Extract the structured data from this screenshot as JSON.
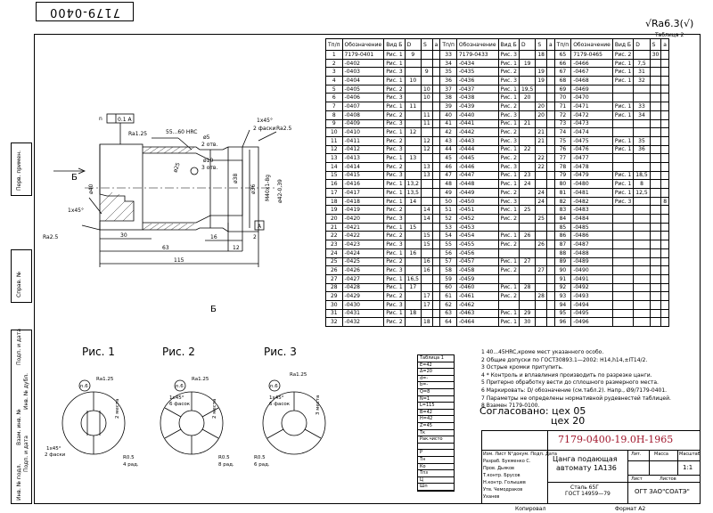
{
  "stamp_code": "7179-0400",
  "roughness_general": "Ra6.3",
  "table_note": "Таблица 2",
  "left_strip": [
    "Перв. примен.",
    "Справ. №",
    "Подп. и дата",
    "Инв. № дубл.",
    "Взам. инв. №",
    "Подп. и дата",
    "Инв. № подл."
  ],
  "spec_headers": [
    "Тп/п",
    "Обозначение",
    "Вид Б",
    "D",
    "S",
    "a"
  ],
  "spec_rows": [
    [
      [
        "1",
        "7179-0401",
        "Рис. 1",
        "9",
        "",
        ""
      ],
      [
        "33",
        "7179-0433",
        "Рис. 3",
        "",
        "18",
        ""
      ],
      [
        "65",
        "7179-0465",
        "Рис. 2",
        "",
        "30",
        ""
      ]
    ],
    [
      [
        "2",
        "-0402",
        "Рис. 1",
        "",
        "",
        ""
      ],
      [
        "34",
        "-0434",
        "Рис. 1",
        "19",
        "",
        ""
      ],
      [
        "66",
        "-0466",
        "Рис. 1",
        "7,5",
        "",
        ""
      ]
    ],
    [
      [
        "3",
        "-0403",
        "Рис. 3",
        "",
        "9",
        "",
        ""
      ],
      [
        "35",
        "-0435",
        "Рис. 2",
        "",
        "19",
        ""
      ],
      [
        "67",
        "-0467",
        "Рис. 1",
        "31",
        "",
        ""
      ]
    ],
    [
      [
        "4",
        "-0404",
        "Рис. 1",
        "10",
        "",
        ""
      ],
      [
        "36",
        "-0436",
        "Рис. 3",
        "",
        "19",
        ""
      ],
      [
        "68",
        "-0468",
        "Рис. 1",
        "32",
        "",
        ""
      ]
    ],
    [
      [
        "5",
        "-0405",
        "Рис. 2",
        "",
        "10",
        ""
      ],
      [
        "37",
        "-0437",
        "Рис. 1",
        "19,5",
        "",
        ""
      ],
      [
        "69",
        "-0469",
        "",
        "",
        "",
        ""
      ]
    ],
    [
      [
        "6",
        "-0406",
        "Рис. 3",
        "",
        "10",
        ""
      ],
      [
        "38",
        "-0438",
        "Рис. 1",
        "20",
        "",
        ""
      ],
      [
        "70",
        "-0470",
        "",
        "",
        "",
        ""
      ]
    ],
    [
      [
        "7",
        "-0407",
        "Рис. 1",
        "11",
        "",
        ""
      ],
      [
        "39",
        "-0439",
        "Рис. 2",
        "",
        "20",
        ""
      ],
      [
        "71",
        "-0471",
        "Рис. 1",
        "33",
        "",
        ""
      ]
    ],
    [
      [
        "8",
        "-0408",
        "Рис. 2",
        "",
        "11",
        ""
      ],
      [
        "40",
        "-0440",
        "Рис. 3",
        "",
        "20",
        ""
      ],
      [
        "72",
        "-0472",
        "Рис. 1",
        "34",
        "",
        ""
      ]
    ],
    [
      [
        "9",
        "-0409",
        "Рис. 3",
        "",
        "11",
        ""
      ],
      [
        "41",
        "-0441",
        "Рис. 1",
        "21",
        "",
        ""
      ],
      [
        "73",
        "-0473",
        "",
        "",
        "",
        ""
      ]
    ],
    [
      [
        "10",
        "-0410",
        "Рис. 1",
        "12",
        "",
        ""
      ],
      [
        "42",
        "-0442",
        "Рис. 2",
        "",
        "21",
        ""
      ],
      [
        "74",
        "-0474",
        "",
        "",
        "",
        ""
      ]
    ],
    [
      [
        "11",
        "-0411",
        "Рис. 2",
        "",
        "12",
        ""
      ],
      [
        "43",
        "-0443",
        "Рис. 3",
        "",
        "21",
        ""
      ],
      [
        "75",
        "-0475",
        "Рис. 1",
        "35",
        "",
        ""
      ]
    ],
    [
      [
        "12",
        "-0412",
        "Рис. 3",
        "",
        "12",
        ""
      ],
      [
        "44",
        "-0444",
        "Рис. 1",
        "22",
        "",
        ""
      ],
      [
        "76",
        "-0476",
        "Рис. 1",
        "36",
        "",
        ""
      ]
    ],
    [
      [
        "13",
        "-0413",
        "Рис. 1",
        "13",
        "",
        ""
      ],
      [
        "45",
        "-0445",
        "Рис. 2",
        "",
        "22",
        ""
      ],
      [
        "77",
        "-0477",
        "",
        "",
        "",
        ""
      ]
    ],
    [
      [
        "14",
        "-0414",
        "Рис. 2",
        "",
        "13",
        ""
      ],
      [
        "46",
        "-0446",
        "Рис. 3",
        "",
        "22",
        ""
      ],
      [
        "78",
        "-0478",
        "",
        "",
        "",
        ""
      ]
    ],
    [
      [
        "15",
        "-0415",
        "Рис. 3",
        "",
        "13",
        ""
      ],
      [
        "47",
        "-0447",
        "Рис. 1",
        "23",
        "",
        ""
      ],
      [
        "79",
        "-0479",
        "Рис. 1",
        "18,5",
        "",
        ""
      ]
    ],
    [
      [
        "16",
        "-0416",
        "Рис. 1",
        "13,2",
        "",
        ""
      ],
      [
        "48",
        "-0448",
        "Рис. 1",
        "24",
        "",
        ""
      ],
      [
        "80",
        "-0480",
        "Рис. 1",
        "8",
        "",
        ""
      ]
    ],
    [
      [
        "17",
        "-0417",
        "Рис. 1",
        "13,5",
        "",
        ""
      ],
      [
        "49",
        "-0449",
        "Рис. 2",
        "",
        "24",
        ""
      ],
      [
        "81",
        "-0481",
        "Рис. 1",
        "12,5",
        "",
        ""
      ]
    ],
    [
      [
        "18",
        "-0418",
        "Рис. 1",
        "14",
        "",
        ""
      ],
      [
        "50",
        "-0450",
        "Рис. 3",
        "",
        "24",
        ""
      ],
      [
        "82",
        "-0482",
        "Рис. 3",
        "",
        "",
        "8"
      ]
    ],
    [
      [
        "19",
        "-0419",
        "Рис. 2",
        "",
        "14",
        ""
      ],
      [
        "51",
        "-0451",
        "Рис. 1",
        "25",
        "",
        ""
      ],
      [
        "83",
        "-0483",
        "",
        "",
        "",
        ""
      ]
    ],
    [
      [
        "20",
        "-0420",
        "Рис. 3",
        "",
        "14",
        ""
      ],
      [
        "52",
        "-0452",
        "Рис. 2",
        "",
        "25",
        ""
      ],
      [
        "84",
        "-0484",
        "",
        "",
        "",
        ""
      ]
    ],
    [
      [
        "21",
        "-0421",
        "Рис. 1",
        "15",
        "",
        ""
      ],
      [
        "53",
        "-0453",
        "",
        "",
        "",
        ""
      ],
      [
        "85",
        "-0485",
        "",
        "",
        "",
        ""
      ]
    ],
    [
      [
        "22",
        "-0422",
        "Рис. 2",
        "",
        "15",
        ""
      ],
      [
        "54",
        "-0454",
        "Рис. 1",
        "26",
        "",
        ""
      ],
      [
        "86",
        "-0486",
        "",
        "",
        "",
        ""
      ]
    ],
    [
      [
        "23",
        "-0423",
        "Рис. 3",
        "",
        "15",
        ""
      ],
      [
        "55",
        "-0455",
        "Рис. 2",
        "",
        "26",
        ""
      ],
      [
        "87",
        "-0487",
        "",
        "",
        "",
        ""
      ]
    ],
    [
      [
        "24",
        "-0424",
        "Рис. 1",
        "16",
        "",
        ""
      ],
      [
        "56",
        "-0456",
        "",
        "",
        "",
        ""
      ],
      [
        "88",
        "-0488",
        "",
        "",
        "",
        ""
      ]
    ],
    [
      [
        "25",
        "-0425",
        "Рис. 2",
        "",
        "16",
        ""
      ],
      [
        "57",
        "-0457",
        "Рис. 1",
        "27",
        "",
        ""
      ],
      [
        "89",
        "-0489",
        "",
        "",
        "",
        ""
      ]
    ],
    [
      [
        "26",
        "-0426",
        "Рис. 3",
        "",
        "16",
        ""
      ],
      [
        "58",
        "-0458",
        "Рис. 2",
        "",
        "27",
        ""
      ],
      [
        "90",
        "-0490",
        "",
        "",
        "",
        ""
      ]
    ],
    [
      [
        "27",
        "-0427",
        "Рис. 1",
        "16,5",
        "",
        ""
      ],
      [
        "59",
        "-0459",
        "",
        "",
        "",
        ""
      ],
      [
        "91",
        "-0491",
        "",
        "",
        "",
        ""
      ]
    ],
    [
      [
        "28",
        "-0428",
        "Рис. 1",
        "17",
        "",
        ""
      ],
      [
        "60",
        "-0460",
        "Рис. 1",
        "28",
        "",
        ""
      ],
      [
        "92",
        "-0492",
        "",
        "",
        "",
        ""
      ]
    ],
    [
      [
        "29",
        "-0429",
        "Рис. 2",
        "",
        "17",
        ""
      ],
      [
        "61",
        "-0461",
        "Рис. 2",
        "",
        "28",
        ""
      ],
      [
        "93",
        "-0493",
        "",
        "",
        "",
        ""
      ]
    ],
    [
      [
        "30",
        "-0430",
        "Рис. 3",
        "",
        "17",
        ""
      ],
      [
        "62",
        "-0462",
        "",
        "",
        "",
        ""
      ],
      [
        "94",
        "-0494",
        "",
        "",
        "",
        ""
      ]
    ],
    [
      [
        "31",
        "-0431",
        "Рис. 1",
        "18",
        "",
        ""
      ],
      [
        "63",
        "-0463",
        "Рис. 1",
        "29",
        "",
        ""
      ],
      [
        "95",
        "-0495",
        "",
        "",
        "",
        ""
      ]
    ],
    [
      [
        "32",
        "-0432",
        "Рис. 2",
        "",
        "18",
        ""
      ],
      [
        "64",
        "-0464",
        "Рис. 1",
        "30",
        "",
        ""
      ],
      [
        "96",
        "-0496",
        "",
        "",
        "",
        ""
      ]
    ]
  ],
  "drawing": {
    "tolerance": "0.1 A",
    "tol_n": "n",
    "ra_top": "Ra1.25",
    "hardness": "55...60 HRC",
    "ra_right": "Ra2.5",
    "chamfer_top": "1x45°",
    "chamfer_top2": "2 фаски",
    "d5": "ø5",
    "holes2": "2 отв.",
    "d10": "ø10",
    "holes3": "3 отв.",
    "d40": "ø40",
    "d38": "ø38",
    "d36": "ø36",
    "thread": "M40x1-8g",
    "d42": "ø42-0,39",
    "d25": "ø25",
    "view_b": "Б",
    "ra_left": "Ra2.5",
    "chamfer_left": "1x45°",
    "dim30": "30",
    "dim63": "63",
    "dim115": "115",
    "dim16": "16",
    "dim12": "12",
    "dim2": "2",
    "datum": "A",
    "section_b": "Б"
  },
  "figures": [
    {
      "label": "Рис. 1",
      "n": "n.6",
      "ra": "Ra1.25",
      "r": "R0.5",
      "rad": "4 рад.",
      "ch": "1x45°",
      "ch2": "2 фаски",
      "places": "2 места"
    },
    {
      "label": "Рис. 2",
      "n": "n.6",
      "ra": "Ra1.25",
      "r": "R0.5",
      "rad": "8 рад.",
      "ch": "1x45°",
      "ch2": "6 фасок",
      "places": "2 места"
    },
    {
      "label": "Рис. 3",
      "n": "n.6",
      "ra": "Ra1.25",
      "r": "R0.5",
      "rad": "6 рад.",
      "ch": "1x45°",
      "ch2": "6 фасок",
      "places": "3 места"
    }
  ],
  "left_small_table": [
    "Таблица 1",
    "E=42",
    "Δ=20",
    "d=-",
    "b=-",
    "Q=8",
    "N=1",
    "L=115",
    "B=42",
    "H=42",
    "Z=45",
    "Тк",
    "Рак.чисто",
    "",
    "P",
    "Тн",
    "Ко",
    "Тпз",
    "Ц",
    "Шп"
  ],
  "notes": [
    "1 40...45HRC,кроме мест указанного особо.",
    "2 Общие допуски по ГОСТ30893.1—2002: H14,h14,±IT14/2.",
    "3 Острые кромки притупить.",
    "4 * Контроль и вплавлиния производить по разрезке цанги.",
    "5 Притерно обработку вести до сплошного размерного места.",
    "6 Маркировать: D/ обозначение (см.табл.2). Напр., Ø9/7179-0401.",
    "7 Параметры не определены нормативной рудевнестей таблицей.",
    "8 Взамен 7179-0100."
  ],
  "agreed": "Согласовано: цех 05",
  "agreed2": "цех 20",
  "title_block": {
    "code": "7179-0400-19.0Н-1965",
    "name": "Цанга подающая",
    "name2": "автомату 1А136",
    "material": "Сталь 65Г",
    "material2": "ГОСТ 14959—79",
    "org": "ОГТ ЗАО\"СОАТЭ\"",
    "scale": "1:1",
    "lit": "Лит.",
    "mass": "Масса",
    "scale_label": "Масштаб",
    "sheet": "Лист",
    "sheets": "Листов",
    "copied": "Копировал",
    "format": "Формат А2",
    "rows": [
      "Изм. Лист  N°докум.  Подп.  Дата",
      "Разраб. Букменко С.",
      "Пров. Дьяков",
      "Т.контр. Брусов",
      "Н.контр. Голышев",
      "Утв. Чемодраков",
      "Уханев"
    ]
  }
}
